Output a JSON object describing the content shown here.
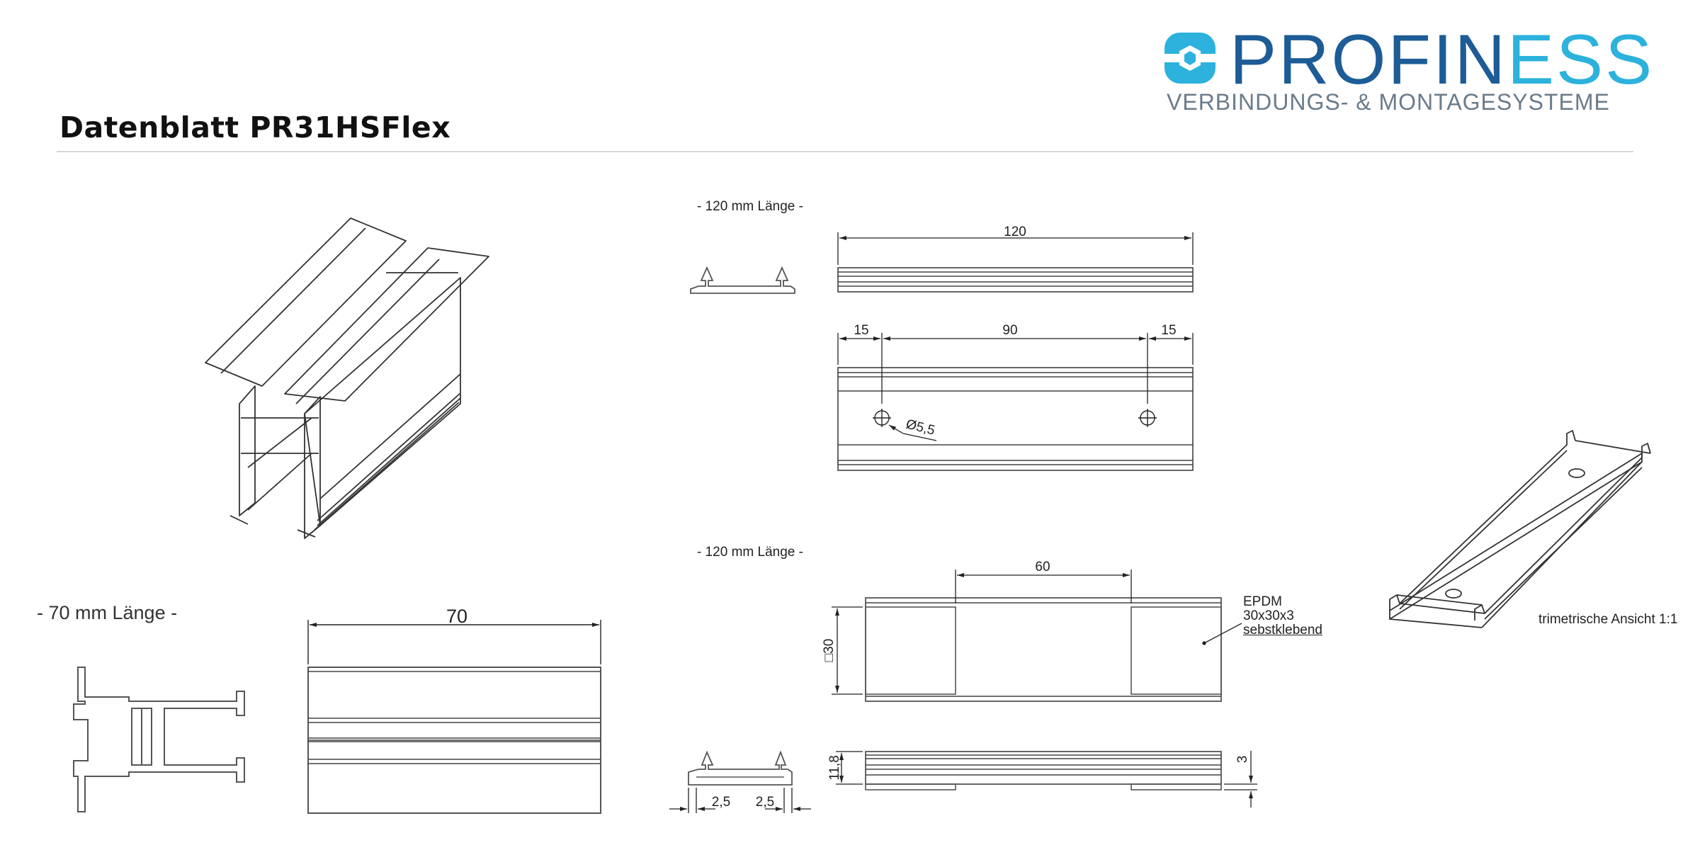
{
  "document": {
    "title": "Datenblatt PR31HSFlex"
  },
  "logo": {
    "word_part1": "PROFIN",
    "word_part2": "ESS",
    "tagline": "VERBINDUNGS- & MONTAGESYSTEME",
    "colors": {
      "dark_blue": "#1d5c96",
      "light_blue": "#2cb2dc",
      "gray": "#6b7b8a"
    }
  },
  "sections": {
    "top_length_label": "- 120 mm Länge -",
    "mid_length_label": "- 120 mm Länge -",
    "left_length_label": "- 70 mm Länge -"
  },
  "dimensions": {
    "overall_120": "120",
    "hole_edge_left": "15",
    "hole_pitch": "90",
    "hole_edge_right": "15",
    "hole_diameter": "Ø5,5",
    "pad_gap": "60",
    "pad_size": "□30",
    "profile_height": "11,8",
    "pad_thickness": "3",
    "lip_left": "2,5",
    "lip_right": "2,5",
    "overall_70": "70"
  },
  "notes": {
    "epdm_line1": "EPDM",
    "epdm_line2": "30x30x3",
    "epdm_line3": "sebstklebend",
    "view_caption": "trimetrische Ansicht 1:1"
  }
}
